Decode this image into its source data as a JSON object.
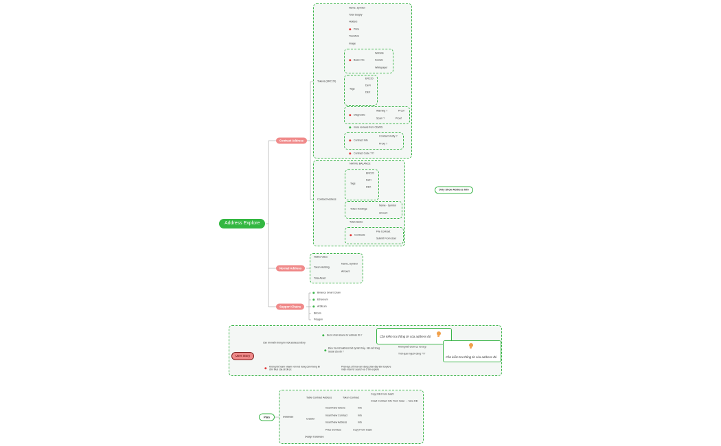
{
  "root": "Address Explore",
  "contract_address": {
    "label": "Contract Address",
    "tokens": {
      "label": "Tokens (ERC 20)",
      "name_symbol": "Name, Symbol",
      "total_supply": "Total Supply",
      "holders": "Holders",
      "price": "Price",
      "transfers": "Transfers",
      "image": "Image",
      "basic_info": "Basic info",
      "website": "Website",
      "socials": "Socials",
      "whitepaper": "Whitepaper",
      "tags": "Tags",
      "tag_erc20": "ERC20",
      "tag_defi": "DeFi",
      "tag_dex": "DEX",
      "diagnostic": "Diagnostic",
      "warning": "Warning ?",
      "warning_proof": "Proof",
      "scam": "Scam ?",
      "scam_proof": "Proof",
      "reviews": "more reviews from CEWIS",
      "contract_info": "Contract Info",
      "contract_verify": "Contract Verify ?",
      "proxy": "Proxy ?",
      "contract_code": "Contract Code ???"
    },
    "contract": {
      "label": "Contract Address",
      "native_balance": "NATIVE BALANCE",
      "tags": "Tags",
      "tag_erc20": "ERC20",
      "tag_defi": "DeFi",
      "tag_dex": "DEX",
      "token_holdings": "Token Holdings",
      "th_name_symbol": "Name - Symbol",
      "th_amount": "Amount",
      "total_assets": "Total Assets",
      "contracts": "Contracts",
      "file_contract": "File Contract",
      "submit_from_user": "Submit From User"
    },
    "only_show": "Only Show Address Info"
  },
  "normal_address": {
    "label": "Normal Address",
    "native_value": "Native Value",
    "token_holding": "Token Holding",
    "th_name_symbol": "Name, Symbol",
    "th_amount": "Amount",
    "total_asset": "Total Asset"
  },
  "support_chains": {
    "label": "Support Chains",
    "items": [
      "Binance Smart Chain",
      "Ethereum",
      "Arbitrum",
      "Bitcoin",
      "Polygon"
    ]
  },
  "user_story": {
    "label": "User Story",
    "need": "Cần tìm kiếm thông tin một address bất kỳ",
    "q1": "Được nhận tokens từ address đó ?",
    "q2_line1": "Điều tra một address bất kỳ liên thấy , liên kết trong",
    "q2_line2": "Social của đó ?",
    "q2_a": "Không biết chain cụ nó là gì",
    "q2_b": "Thời quan người dùng ???",
    "callout1": "Cần kiểm tra thông tin của address đó",
    "callout2": "Cần kiểm tra thông tin của address đó",
    "problem_line1": "Không thể xanh nhanh với một trang cầm thông tin",
    "problem_line2": "đơn thuế của sẽ được",
    "solution_line1": "Phải dựa chỉ mà xem đang chân đầy trên Explore",
    "solution_line2": "nhận nhận từ search và ở tìm explore"
  },
  "plan": {
    "label": "Plan",
    "database": "Database",
    "table_contract_address": "Table Contract Address",
    "token_contract": "Token Contract",
    "copy_db": "Copy DB From Gas5",
    "crawl_info": "Crawl Contract Info From Scan → New DB",
    "crawler": "Crawler",
    "insert_new_tokens": "Insert New tokens",
    "insert_new_contract": "Insert New Contract",
    "insert_new_address": "Insert New Address",
    "info1": "Info",
    "info2": "Info",
    "info3": "Info",
    "price_services": "Price Services",
    "copy_from_gas5": "Copy From Gas5",
    "design_database": "Design Database"
  },
  "colors": {
    "green": "#3cb54a",
    "red_pill": "#f08a8a",
    "error_dot": "#e23b3b",
    "line": "#8a8a8a",
    "box_bg": "#f4f7f5"
  },
  "icons": {
    "idea": "lightbulb-icon",
    "status_ok": "green-dot-icon",
    "status_err": "red-dot-icon"
  }
}
